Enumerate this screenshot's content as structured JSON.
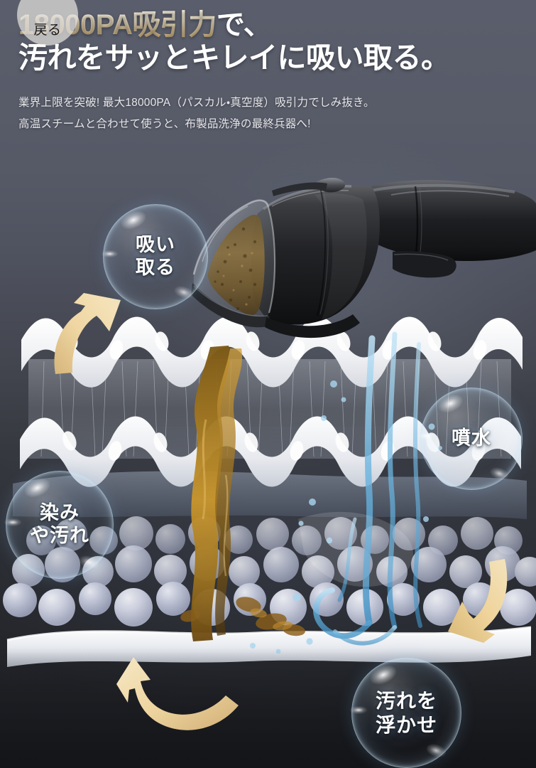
{
  "nav": {
    "back_label": "戻る"
  },
  "header": {
    "headline_line1_gold": "18000PA吸引力",
    "headline_line1_white": "で、",
    "headline_line2": "汚れをサッとキレイに吸い取る。",
    "sub_line1": "業界上限を突破! 最大18000PA（パスカル・真空度）吸引力でしみ抜き。",
    "sub_line2": "高温スチームと合わせて使うと、布製品洗浄の最終兵器へ!"
  },
  "bubbles": [
    {
      "id": "suck",
      "line1": "吸い",
      "line2": "取る"
    },
    {
      "id": "spray",
      "line1": "噴水",
      "line2": ""
    },
    {
      "id": "stain",
      "line1": "染み",
      "line2": "や汚れ"
    },
    {
      "id": "lift",
      "line1": "汚れを",
      "line2": "浮かせ"
    }
  ],
  "colors": {
    "background_top": "#5a5e6c",
    "background_bottom": "#1f2125",
    "headline_gold": "#e8d5ab",
    "headline_white": "#ffffff",
    "arrow_gold": "#efd39a",
    "bubble_rim": "#c4e4fa",
    "water_blue": "#6fb6e0",
    "dirt_brown": "#8a6326",
    "foam_white": "#f4f5f7",
    "bead_lavender": "#b9bdd2"
  },
  "icons": {
    "back": "back-arrow-icon",
    "vacuum": "vacuum-nozzle-icon"
  }
}
